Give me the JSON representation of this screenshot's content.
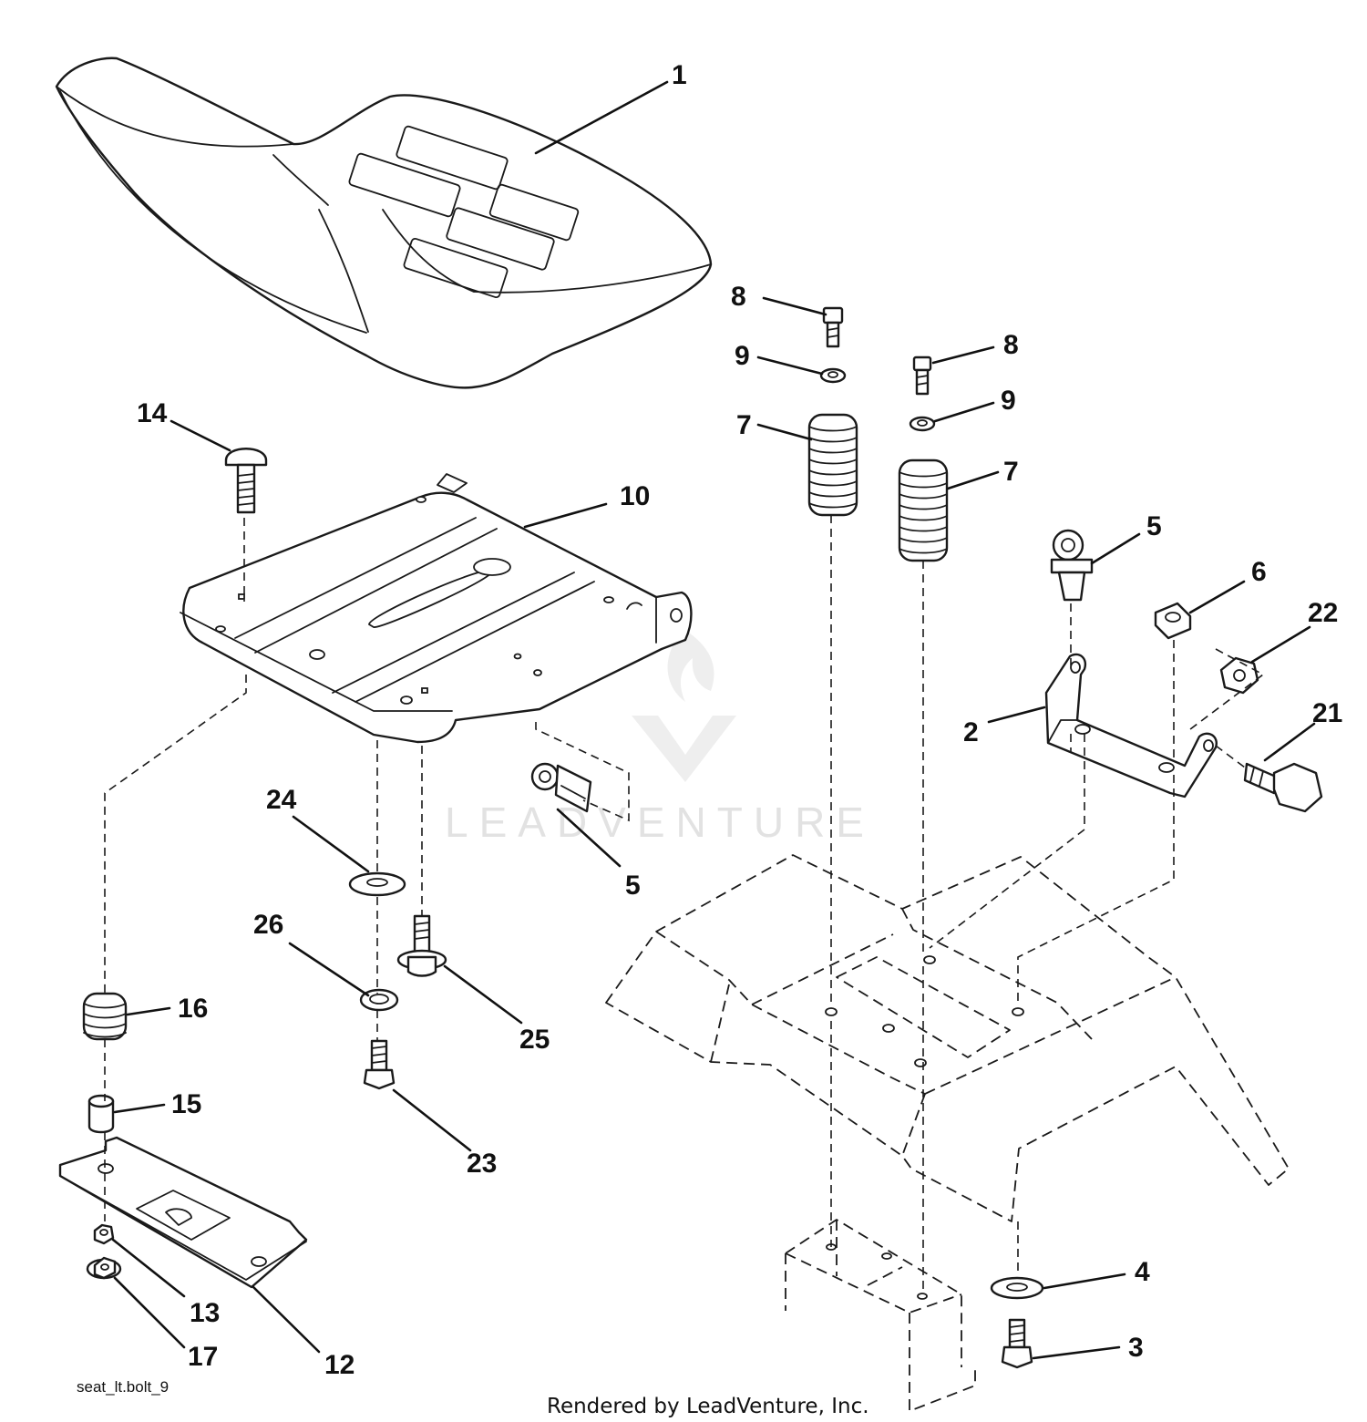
{
  "diagram": {
    "callouts": {
      "c1": "1",
      "c2": "2",
      "c3": "3",
      "c4": "4",
      "c5a": "5",
      "c5b": "5",
      "c6": "6",
      "c7a": "7",
      "c7b": "7",
      "c8a": "8",
      "c8b": "8",
      "c9a": "9",
      "c9b": "9",
      "c10": "10",
      "c12": "12",
      "c13": "13",
      "c14": "14",
      "c15": "15",
      "c16": "16",
      "c17": "17",
      "c21": "21",
      "c22": "22",
      "c23": "23",
      "c24": "24",
      "c25": "25",
      "c26": "26"
    },
    "source_label": "seat_lt.bolt_9",
    "footer": "Rendered by LeadVenture, Inc.",
    "watermark": "LEADVENTURE"
  }
}
